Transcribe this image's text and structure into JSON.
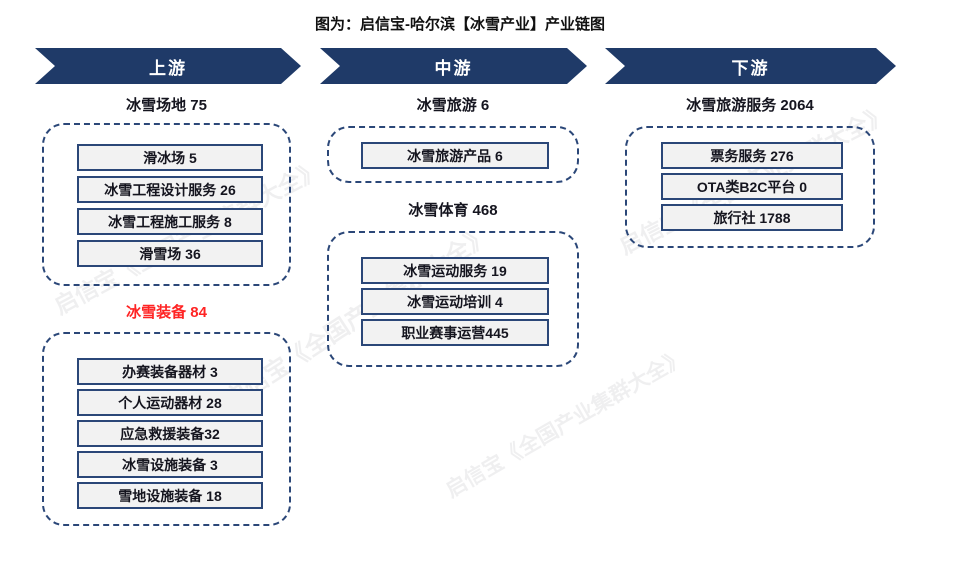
{
  "title": "图为：启信宝-哈尔滨【冰雪产业】产业链图",
  "stages": [
    {
      "label": "上游"
    },
    {
      "label": "中游"
    },
    {
      "label": "下游"
    }
  ],
  "columns": [
    {
      "groups": [
        {
          "heading": "冰雪场地 75",
          "heading_color": "black",
          "items": [
            {
              "label": "滑冰场 5",
              "color": "black"
            },
            {
              "label": "冰雪工程设计服务 26",
              "color": "black"
            },
            {
              "label": "冰雪工程施工服务 8",
              "color": "black"
            },
            {
              "label": "滑雪场 36",
              "color": "black"
            }
          ]
        },
        {
          "heading": "冰雪装备 84",
          "heading_color": "red",
          "items": [
            {
              "label": "办赛装备器材 3",
              "color": "red"
            },
            {
              "label": "个人运动器材 28",
              "color": "red"
            },
            {
              "label": "应急救援装备32",
              "color": "red"
            },
            {
              "label": "冰雪设施装备 3",
              "color": "red"
            },
            {
              "label": "雪地设施装备 18",
              "color": "red"
            }
          ]
        }
      ]
    },
    {
      "groups": [
        {
          "heading": "冰雪旅游 6",
          "heading_color": "black",
          "items": [
            {
              "label": "冰雪旅游产品 6",
              "color": "black"
            }
          ]
        },
        {
          "heading": "冰雪体育 468",
          "heading_color": "black",
          "items": [
            {
              "label": "冰雪运动服务 19",
              "color": "black"
            },
            {
              "label": "冰雪运动培训 4",
              "color": "black"
            },
            {
              "label": "职业赛事运营445",
              "color": "red"
            }
          ]
        }
      ]
    },
    {
      "groups": [
        {
          "heading": "冰雪旅游服务 2064",
          "heading_color": "black",
          "items": [
            {
              "label": "票务服务 276",
              "color": "red"
            },
            {
              "label": "OTA类B2C平台 0",
              "color": "black"
            },
            {
              "label": "旅行社 1788",
              "color": "red"
            }
          ]
        }
      ]
    }
  ],
  "watermarks": [
    {
      "text": "启信宝《全国产业集群大全》"
    },
    {
      "text": "启信宝《全国产业集群大全》"
    },
    {
      "text": "启信宝《全国产业集群大全》"
    },
    {
      "text": "启信宝《全国产业集群大全》"
    }
  ],
  "colors": {
    "stage_arrow": "#1f3a68",
    "node_border": "#2b4778",
    "node_background": "#f2f2f2",
    "text_black": "#15151f",
    "text_red": "#ff2424",
    "watermark_gray": "#ececef"
  }
}
